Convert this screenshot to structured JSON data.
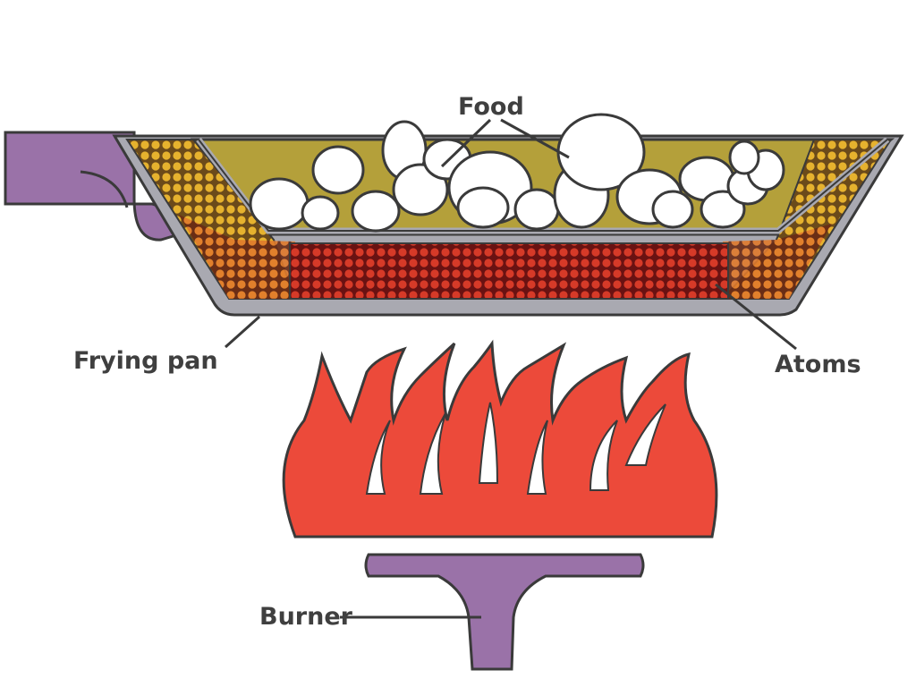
{
  "labels": {
    "food": "Food",
    "frying_pan": "Frying pan",
    "atoms": "Atoms",
    "burner": "Burner"
  },
  "colors": {
    "background": "#ffffff",
    "outline": "#3a3a3a",
    "pan_metal": "#a9a9b1",
    "handle": "#9a72a8",
    "pan_interior": "#b4a03a",
    "atom_cool_fill": "#e0a22a",
    "atom_warm_fill": "#e07a2c",
    "atom_hot_fill": "#d23a26",
    "food": "#ffffff",
    "flame": "#ec4a3a",
    "burner": "#9a72a8",
    "label_text": "#3f3f3f"
  },
  "icons": [
    "frying-pan",
    "pan-handle",
    "food-pieces",
    "atom-particles",
    "flame",
    "burner"
  ]
}
